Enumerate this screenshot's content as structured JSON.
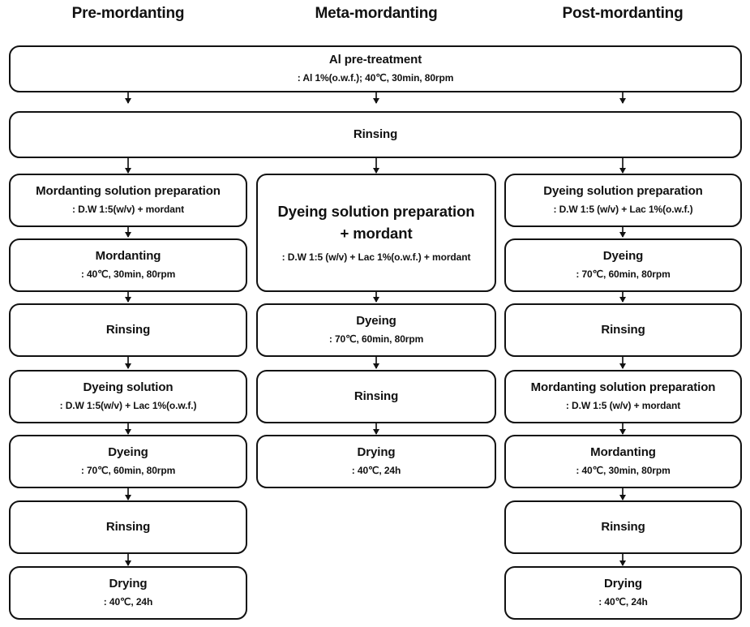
{
  "headers": [
    {
      "label": "Pre-mordanting"
    },
    {
      "label": "Meta-mordanting"
    },
    {
      "label": "Post-mordanting"
    }
  ],
  "shared": {
    "pretreatment": {
      "title": "Al pre-treatment",
      "sub": ": Al 1%(o.w.f.); 40℃, 30min, 80rpm"
    },
    "rinsing": {
      "title": "Rinsing",
      "sub": ""
    }
  },
  "columns": {
    "pre": {
      "name": "Pre-mordanting",
      "steps": [
        {
          "title": "Mordanting solution preparation",
          "sub": ": D.W 1:5(w/v) + mordant"
        },
        {
          "title": "Mordanting",
          "sub": ": 40℃, 30min, 80rpm"
        },
        {
          "title": "Rinsing",
          "sub": ""
        },
        {
          "title": "Dyeing solution",
          "sub": ": D.W 1:5(w/v) + Lac 1%(o.w.f.)"
        },
        {
          "title": "Dyeing",
          "sub": ": 70℃, 60min, 80rpm"
        },
        {
          "title": "Rinsing",
          "sub": ""
        },
        {
          "title": "Drying",
          "sub": ": 40℃, 24h"
        }
      ]
    },
    "meta": {
      "name": "Meta-mordanting",
      "steps": [
        {
          "title": "Dyeing solution preparation",
          "title2": "+ mordant",
          "sub": ": D.W 1:5 (w/v) + Lac 1%(o.w.f.) + mordant"
        },
        {
          "title": "Dyeing",
          "sub": ": 70℃, 60min, 80rpm"
        },
        {
          "title": "Rinsing",
          "sub": ""
        },
        {
          "title": "Drying",
          "sub": ": 40℃, 24h"
        }
      ]
    },
    "post": {
      "name": "Post-mordanting",
      "steps": [
        {
          "title": "Dyeing solution preparation",
          "sub": ": D.W 1:5 (w/v) + Lac 1%(o.w.f.)"
        },
        {
          "title": "Dyeing",
          "sub": ": 70℃, 60min, 80rpm"
        },
        {
          "title": "Rinsing",
          "sub": ""
        },
        {
          "title": "Mordanting solution preparation",
          "sub": ": D.W 1:5 (w/v) + mordant"
        },
        {
          "title": "Mordanting",
          "sub": ": 40℃, 30min, 80rpm"
        },
        {
          "title": "Rinsing",
          "sub": ""
        },
        {
          "title": "Drying",
          "sub": ": 40℃, 24h"
        }
      ]
    }
  },
  "colors": {
    "box_border": "#111111",
    "text": "#111111",
    "connector": "#3a3a3a",
    "background": "#ffffff"
  }
}
